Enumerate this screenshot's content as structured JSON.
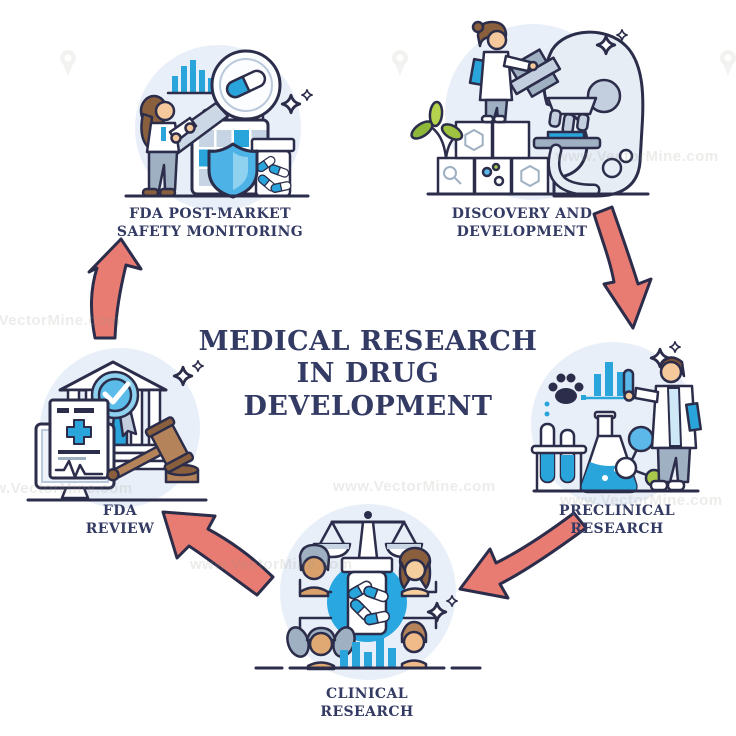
{
  "title": "MEDICAL RESEARCH\nIN DRUG\nDEVELOPMENT",
  "watermark": "www.VectorMine.com",
  "colors": {
    "outline_navy": "#2b2d4a",
    "text_navy": "#333a63",
    "arrow_salmon": "#e87c72",
    "accent_blue": "#2aa5dc",
    "circle_background": "#e9eff8"
  },
  "stages": [
    {
      "id": "discovery",
      "label": "DISCOVERY AND\nDEVELOPMENT",
      "illustration": "scientist-with-microscope-plant-and-molecule-cubes"
    },
    {
      "id": "preclinical",
      "label": "PRECLINICAL\nRESEARCH",
      "illustration": "scientist-with-test-tubes-flask-paw-print-molecule"
    },
    {
      "id": "clinical",
      "label": "CLINICAL\nRESEARCH",
      "illustration": "patients-around-pill-bottle-with-balance-scale"
    },
    {
      "id": "fda-review",
      "label": "FDA\nREVIEW",
      "illustration": "government-building-approval-badge-gavel-monitor"
    },
    {
      "id": "post-market",
      "label": "FDA POST-MARKET\nSAFETY MONITORING",
      "illustration": "magnifier-over-pill-calendar-shield-bottle"
    }
  ]
}
